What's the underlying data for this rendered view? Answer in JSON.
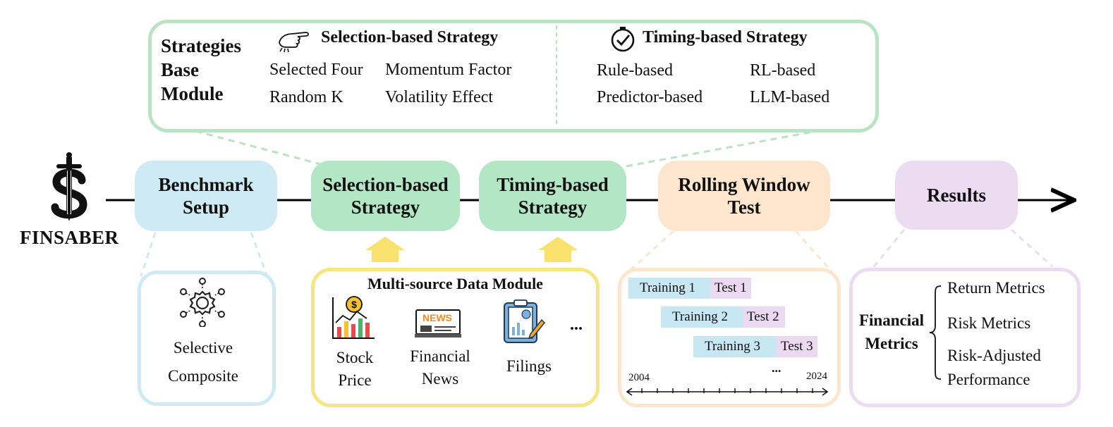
{
  "logo": {
    "text": "FINSABER"
  },
  "strategies_module": {
    "title_lines": [
      "Strategies",
      "Base",
      "Module"
    ],
    "selection": {
      "heading": "Selection-based Strategy",
      "items": [
        "Selected Four",
        "Momentum Factor",
        "Random K",
        "Volatility Effect"
      ]
    },
    "timing": {
      "heading": "Timing-based Strategy",
      "items": [
        "Rule-based",
        "RL-based",
        "Predictor-based",
        "LLM-based"
      ]
    }
  },
  "stages": {
    "benchmark": [
      "Benchmark",
      "Setup"
    ],
    "selection": [
      "Selection-based",
      "Strategy"
    ],
    "timing": [
      "Timing-based",
      "Strategy"
    ],
    "rolling": [
      "Rolling Window",
      "Test"
    ],
    "results": "Results"
  },
  "benchmark_panel": {
    "lines": [
      "Selective",
      "Composite"
    ]
  },
  "data_module": {
    "title": "Multi-source Data Module",
    "sources": [
      {
        "lines": [
          "Stock",
          "Price"
        ],
        "icon": "stock-chart-icon"
      },
      {
        "lines": [
          "Financial",
          "News"
        ],
        "icon": "news-icon"
      },
      {
        "lines": [
          "Filings"
        ],
        "icon": "filings-icon"
      }
    ],
    "more": "...",
    "news_icon_text": "NEWS"
  },
  "rolling_panel": {
    "rows": [
      {
        "train": "Training 1",
        "test": "Test 1"
      },
      {
        "train": "Training 2",
        "test": "Test 2"
      },
      {
        "train": "Training 3",
        "test": "Test 3"
      }
    ],
    "start_year": "2004",
    "end_year": "2024",
    "ellipsis": "..."
  },
  "results_panel": {
    "group_label": [
      "Financial",
      "Metrics"
    ],
    "metrics": [
      "Return Metrics",
      "Risk Metrics",
      "Risk-Adjusted",
      "Performance"
    ]
  },
  "colors": {
    "blue": "#cdeaf5",
    "green": "#b3e6c4",
    "peach": "#fde6cd",
    "purple": "#ebdcf2",
    "yellow_border": "#f7e57e",
    "green_border": "#b9e4c3"
  }
}
